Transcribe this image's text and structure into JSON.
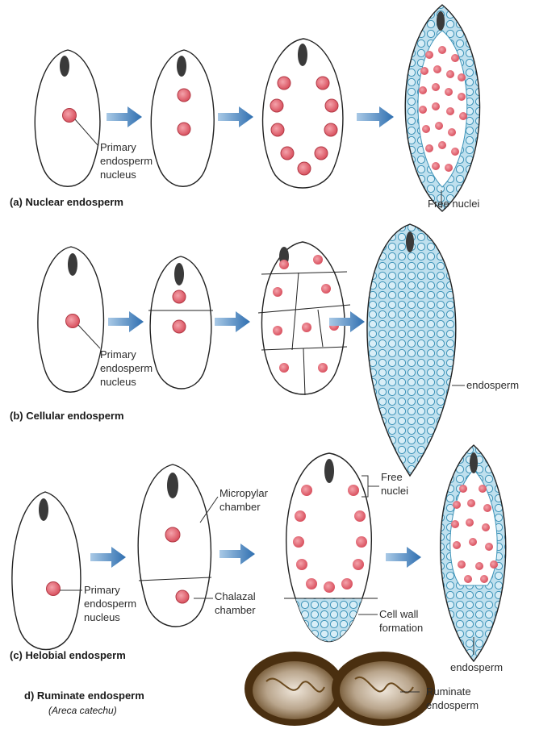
{
  "sections": {
    "nuclear": {
      "caption": "(a) Nuclear endosperm",
      "primary_label": [
        "Primary",
        "endosperm",
        "nucleus"
      ],
      "free_nuclei_label": "Free nuclei"
    },
    "cellular": {
      "caption": "(b) Cellular endosperm",
      "primary_label": [
        "Primary",
        "endosperm",
        "nucleus"
      ],
      "endosperm_label": "endosperm"
    },
    "helobial": {
      "caption": "(c) Helobial endosperm",
      "primary_label": [
        "Primary",
        "endosperm",
        "nucleus"
      ],
      "micropylar_label": [
        "Micropylar",
        "chamber"
      ],
      "chalazal_label": [
        "Chalazal",
        "chamber"
      ],
      "free_nuclei_label": [
        "Free",
        "nuclei"
      ],
      "cell_wall_label": [
        "Cell wall",
        "formation"
      ],
      "endosperm_label": "endosperm"
    },
    "ruminate": {
      "caption": "d) Ruminate endosperm",
      "species": "(Areca catechu)",
      "label": [
        "Ruminate",
        "endosperm"
      ]
    }
  },
  "colors": {
    "outline": "#222222",
    "nucleus": "#e8737f",
    "nucleus_core": "#c43a4a",
    "embryo": "#3a3a3a",
    "arrow": "#2f6fb0",
    "cell_fill": "#bfe0ee",
    "cell_stroke": "#3d93b8",
    "seed_outer": "#6b4a1e",
    "seed_inner": "#d6c6b2"
  }
}
